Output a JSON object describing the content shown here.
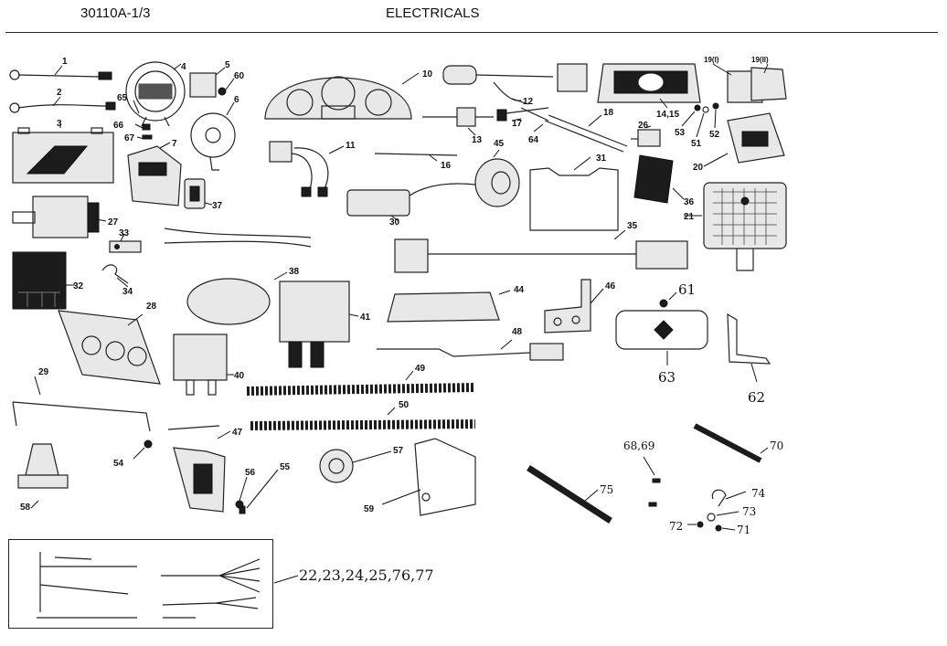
{
  "header": {
    "code": "30110A-1/3",
    "title": "ELECTRICALS"
  },
  "harness_callout": "22,23,24,25,76,77",
  "part_numbers": [
    "1",
    "2",
    "3",
    "4",
    "5",
    "60",
    "6",
    "65",
    "66",
    "67",
    "7",
    "37",
    "27",
    "33",
    "32",
    "34",
    "28",
    "29",
    "54",
    "58",
    "10",
    "11",
    "12",
    "13",
    "14,15",
    "16",
    "17",
    "18",
    "19(I)",
    "19(II)",
    "20",
    "21",
    "26",
    "30",
    "31",
    "35",
    "36",
    "38",
    "40",
    "41",
    "44",
    "45",
    "46",
    "47",
    "48",
    "49",
    "50",
    "51",
    "52",
    "53",
    "55",
    "56",
    "57",
    "59",
    "61",
    "62",
    "63",
    "64",
    "68,69",
    "70",
    "71",
    "72",
    "73",
    "74",
    "75"
  ]
}
